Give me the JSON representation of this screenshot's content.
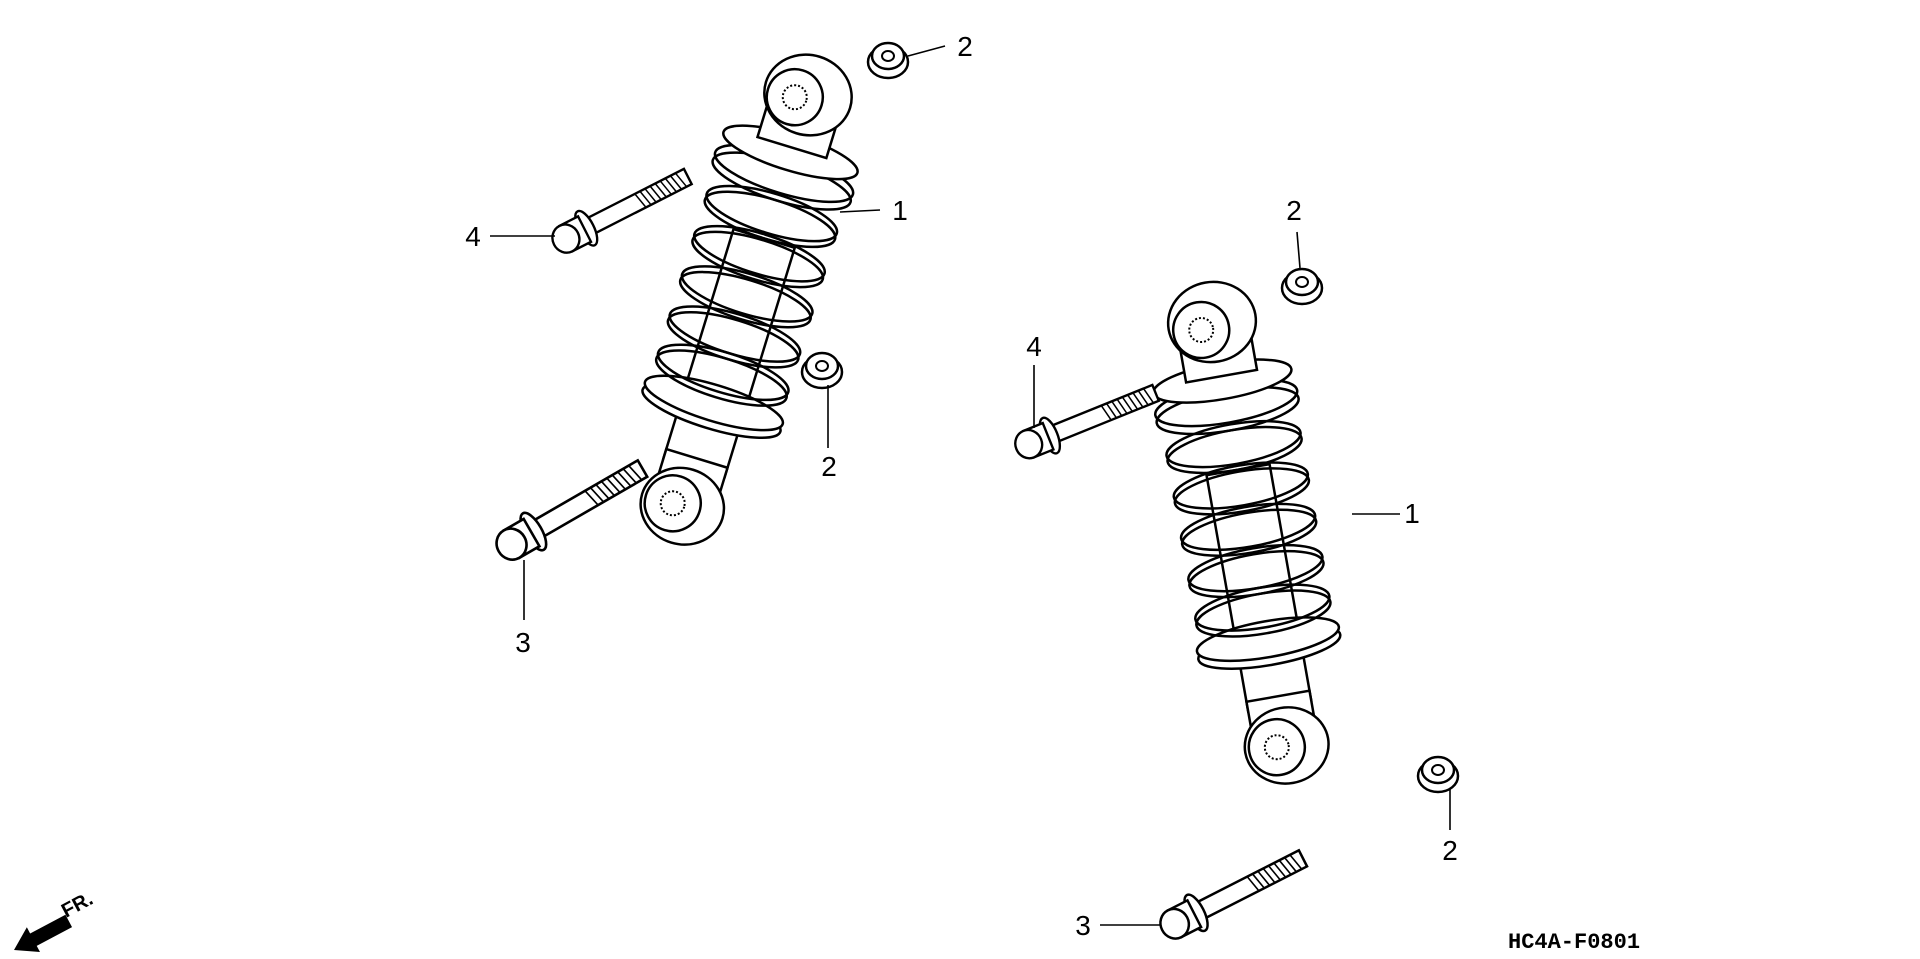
{
  "diagram_code": "HC4A-F0801",
  "direction_label": "FR.",
  "callouts": {
    "shock_left": "1",
    "shock_right": "1",
    "nut_top_left": "2",
    "nut_mid_left": "2",
    "nut_top_right": "2",
    "nut_bottom_right": "2",
    "bolt_lower_left": "3",
    "bolt_lower_right": "3",
    "bolt_upper_left": "4",
    "bolt_upper_right": "4"
  },
  "colors": {
    "line": "#000000",
    "background": "#ffffff"
  }
}
